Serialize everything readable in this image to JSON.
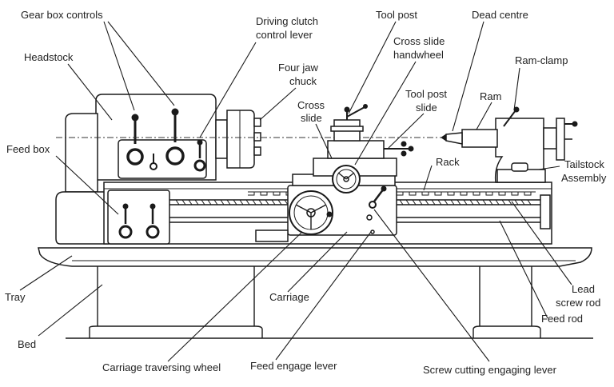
{
  "labels": {
    "gear_box_controls": "Gear box controls",
    "driving_clutch_line1": "Driving clutch",
    "driving_clutch_line2": "control lever",
    "tool_post": "Tool post",
    "dead_centre": "Dead centre",
    "cross_slide_handwheel_line1": "Cross slide",
    "cross_slide_handwheel_line2": "handwheel",
    "headstock": "Headstock",
    "four_jaw_line1": "Four jaw",
    "four_jaw_line2": "chuck",
    "ram_clamp": "Ram-clamp",
    "tool_post_slide_line1": "Tool post",
    "tool_post_slide_line2": "slide",
    "ram": "Ram",
    "cross_slide_line1": "Cross",
    "cross_slide_line2": "slide",
    "feed_box": "Feed box",
    "rack": "Rack",
    "tailstock_line1": "Tailstock",
    "tailstock_line2": "Assembly",
    "tray": "Tray",
    "carriage": "Carriage",
    "lead_screw_line1": "Lead",
    "lead_screw_line2": "screw rod",
    "feed_rod": "Feed rod",
    "bed": "Bed",
    "carriage_traversing_wheel": "Carriage traversing wheel",
    "feed_engage_lever": "Feed engage lever",
    "screw_cutting_engaging_lever": "Screw cutting engaging lever"
  },
  "colors": {
    "line": "#1a1a1a",
    "text": "#222222",
    "background": "#ffffff"
  }
}
